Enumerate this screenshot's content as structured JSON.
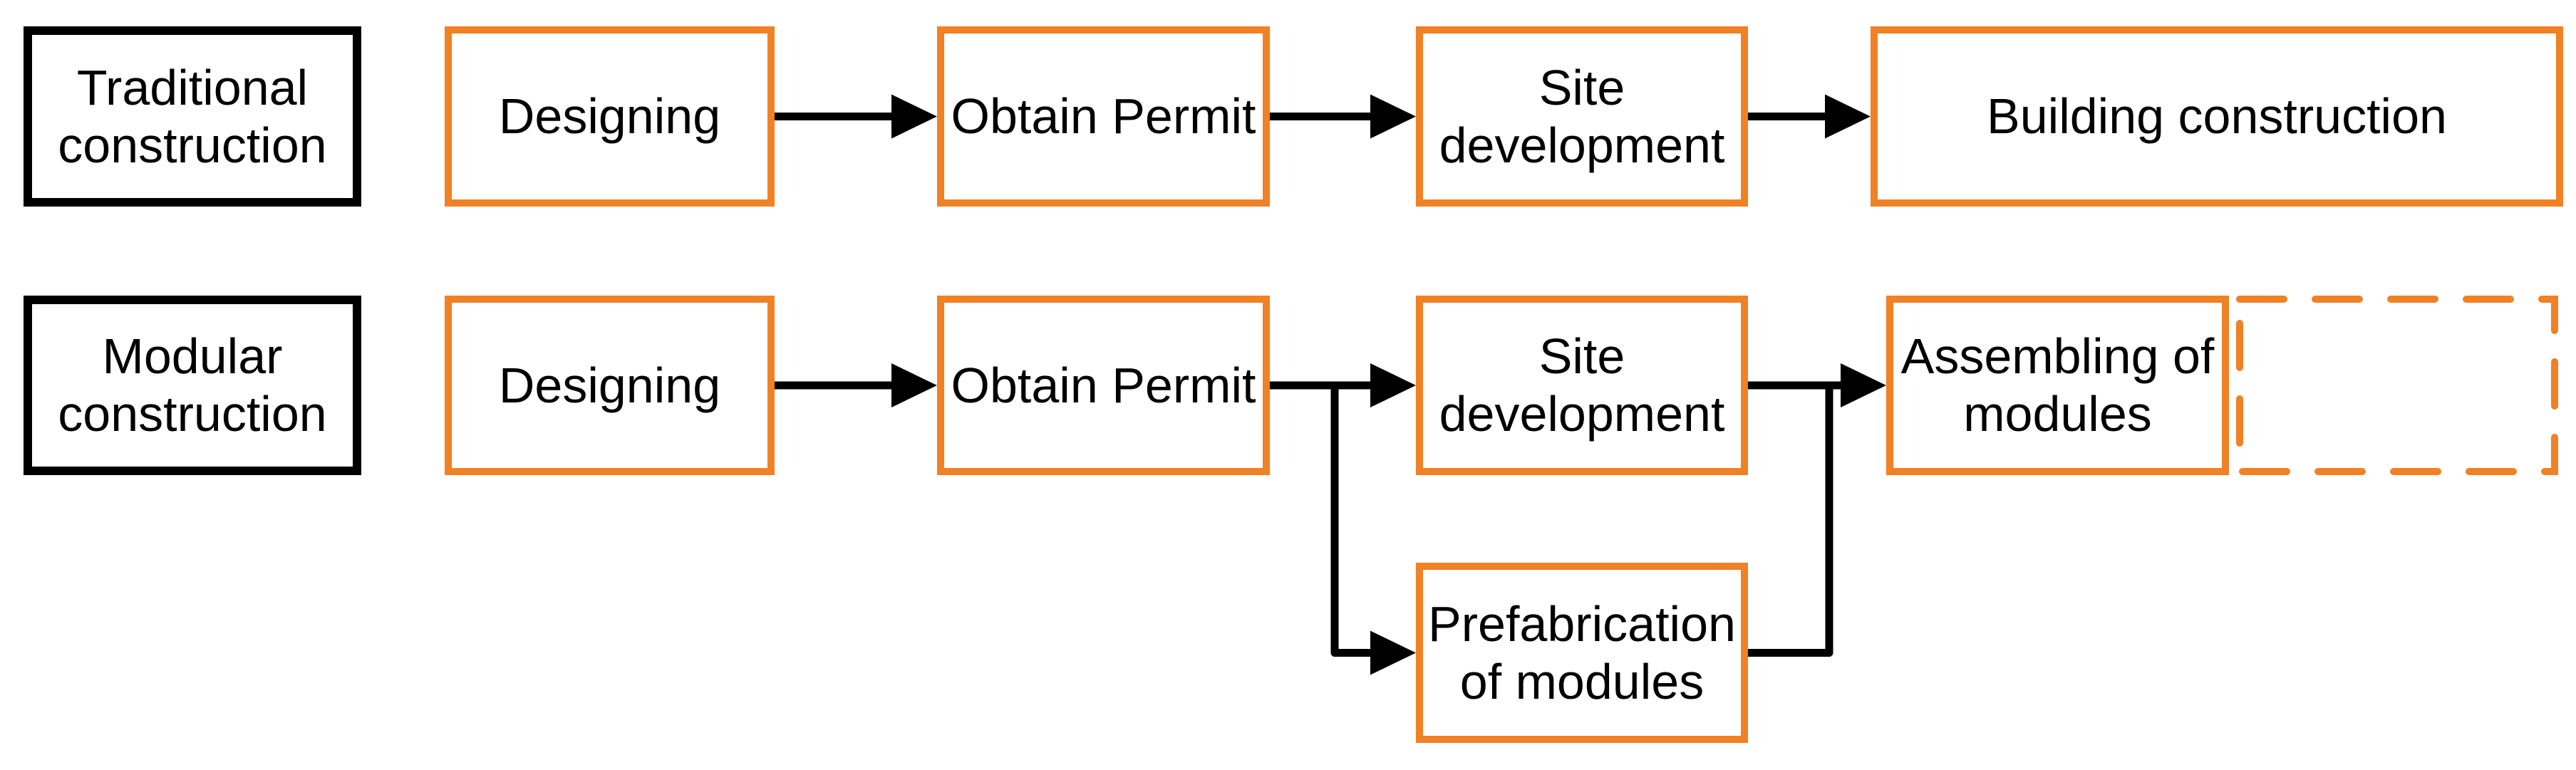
{
  "colors": {
    "accent_orange": "#F08124",
    "line_black": "#000000",
    "background": "#FFFFFF"
  },
  "traditional": {
    "label": "Traditional construction",
    "steps": [
      "Designing",
      "Obtain Permit",
      "Site development",
      "Building construction"
    ]
  },
  "modular": {
    "label": "Modular construction",
    "steps": [
      "Designing",
      "Obtain Permit",
      "Site development",
      "Prefabrication of modules",
      "Assembling of modules"
    ],
    "future_box_label": ""
  },
  "edges": [
    {
      "row": "traditional",
      "from": "Designing",
      "to": "Obtain Permit"
    },
    {
      "row": "traditional",
      "from": "Obtain Permit",
      "to": "Site development"
    },
    {
      "row": "traditional",
      "from": "Site development",
      "to": "Building construction"
    },
    {
      "row": "modular",
      "from": "Designing",
      "to": "Obtain Permit"
    },
    {
      "row": "modular",
      "from": "Obtain Permit",
      "to": "Site development"
    },
    {
      "row": "modular",
      "from": "Obtain Permit",
      "to": "Prefabrication of modules"
    },
    {
      "row": "modular",
      "from": "Site development",
      "to": "Assembling of modules"
    },
    {
      "row": "modular",
      "from": "Prefabrication of modules",
      "to": "Assembling of modules"
    }
  ]
}
